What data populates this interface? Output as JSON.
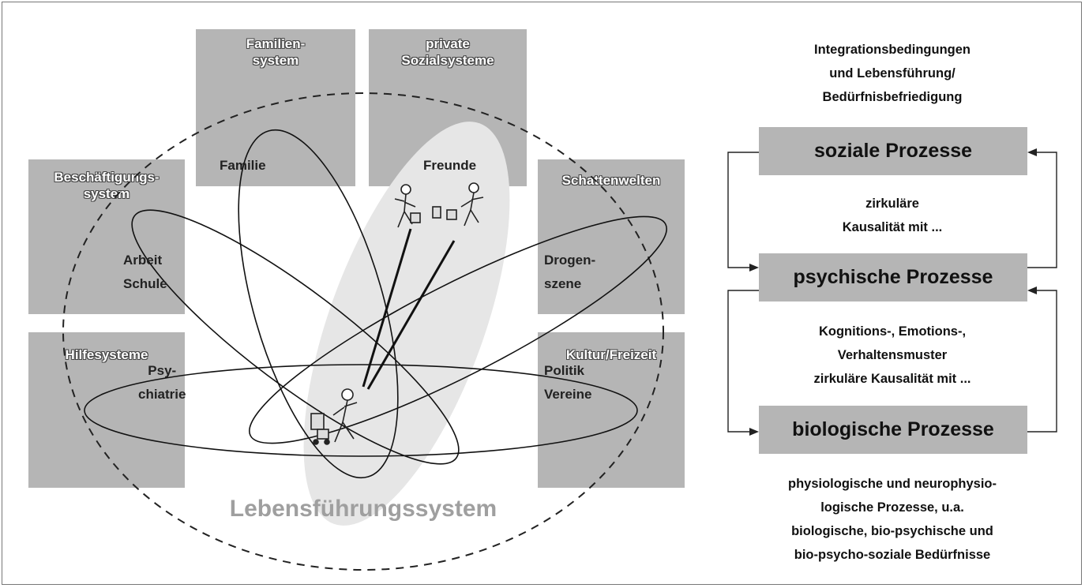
{
  "system_boxes": {
    "familiensystem": [
      "Familien-",
      "system"
    ],
    "private_sozialsysteme": [
      "private",
      "Sozialsysteme"
    ],
    "beschaeftigungssystem": [
      "Beschäftigungs-",
      "system"
    ],
    "schattenwelten": "Schattenwelten",
    "hilfesysteme": "Hilfesysteme",
    "kultur_freizeit": "Kultur/Freizeit"
  },
  "subsystems": {
    "familie": "Familie",
    "freunde": "Freunde",
    "arbeit": "Arbeit",
    "schule": "Schule",
    "drogen_1": "Drogen-",
    "drogen_2": "szene",
    "psy_1": "Psy-",
    "psy_2": "chiatrie",
    "politik": "Politik",
    "vereine": "Vereine"
  },
  "center_label": "Lebensführungssystem",
  "right_panel": {
    "header": [
      "Integrationsbedingungen",
      "und Lebensführung/",
      "Bedürfnisbefriedigung"
    ],
    "boxes": [
      "soziale Prozesse",
      "psychische Prozesse",
      "biologische Prozesse"
    ],
    "between_1": [
      "zirkuläre",
      "Kausalität mit ..."
    ],
    "between_2": [
      "Kognitions-, Emotions-,",
      "Verhaltensmuster",
      "zirkuläre Kausalität mit ..."
    ],
    "footer": [
      "physiologische und neurophysio-",
      "logische Prozesse, u.a.",
      "biologische, bio-psychische und",
      "bio-psycho-soziale Bedürfnisse"
    ]
  },
  "colors": {
    "box_fill": "#b5b5b5",
    "highlight_ellipse": "#e6e6e6",
    "big_label": "#9f9f9f"
  }
}
